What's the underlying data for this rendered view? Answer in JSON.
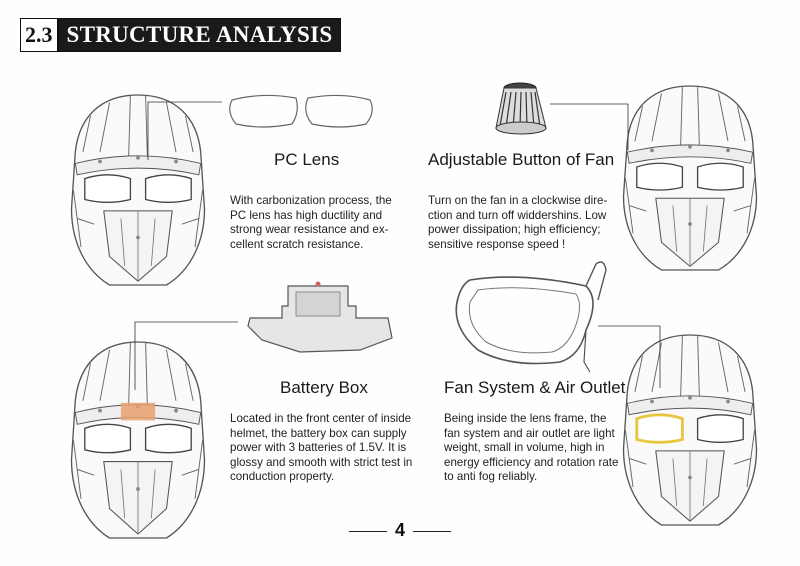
{
  "section": {
    "number": "2.3",
    "title": "STRUCTURE ANALYSIS"
  },
  "features": [
    {
      "heading": "PC Lens",
      "description": "With carbonization process, the PC lens has high ductility and strong wear resistance and excellent scratch resistance.",
      "lines": [
        "With carbonization process, the",
        "PC lens has high ductility and",
        "strong wear resistance and ex-",
        "cellent scratch resistance."
      ]
    },
    {
      "heading": "Adjustable Button of Fan",
      "lines": [
        "Turn on the fan in a clockwise dire-",
        "ction and turn off widdershins. Low",
        "power dissipation; high efficiency;",
        "sensitive response speed !"
      ]
    },
    {
      "heading": "Battery Box",
      "lines": [
        "Located in the front center of inside",
        "helmet, the battery box can supply",
        "power with 3 batteries of 1.5V. It is",
        "glossy and smooth with strict test in",
        "conduction property."
      ]
    },
    {
      "heading": "Fan System & Air Outlet",
      "lines": [
        "Being inside the lens frame, the",
        "fan system and air outlet are light",
        "weight, small in volume, high in",
        "energy efficiency and rotation rate",
        "to anti fog reliably."
      ]
    }
  ],
  "page_number": "4",
  "colors": {
    "header_bg": "#1a1a1a",
    "battery_highlight": "#e8a070",
    "fan_highlight": "#e8c640",
    "line_art": "#555555"
  }
}
